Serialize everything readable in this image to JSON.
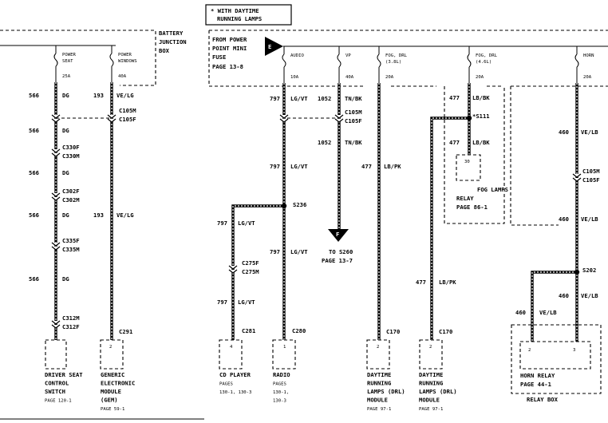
{
  "notes": {
    "daytime_line1": "* WITH DAYTIME",
    "daytime_line2": "RUNNING LAMPS"
  },
  "battery_box": {
    "line1": "BATTERY",
    "line2": "JUNCTION",
    "line3": "BOX"
  },
  "power_point": {
    "line1": "FROM POWER",
    "line2": "POINT MINI",
    "line3": "FUSE",
    "line4": "PAGE 13-8",
    "connector": "E"
  },
  "fuses": [
    {
      "name1": "POWER",
      "name2": "SEAT",
      "rating": "25A"
    },
    {
      "name1": "POWER",
      "name2": "WINDOWS",
      "rating": "40A"
    },
    {
      "name1": "AUDIO",
      "name2": "",
      "rating": "10A"
    },
    {
      "name1": "VP",
      "name2": "",
      "rating": "40A"
    },
    {
      "name1": "FOG, DRL",
      "name2": "(3.8L)",
      "rating": "20A"
    },
    {
      "name1": "FOG, DRL",
      "name2": "(4.6L)",
      "rating": "20A"
    },
    {
      "name1": "HORN",
      "name2": "",
      "rating": "20A"
    }
  ],
  "wire_labels": {
    "c566": "566",
    "dg": "DG",
    "c193": "193",
    "velg": "VE/LG",
    "c797": "797",
    "lgvt": "LG/VT",
    "c1052": "1052",
    "tnbk": "TN/BK",
    "c477": "477",
    "lbpk": "LB/PK",
    "lbbk": "LB/BK",
    "c460": "460",
    "velb": "VE/LB"
  },
  "connectors": {
    "c105m": "C105M",
    "c105f": "C105F",
    "c330f": "C330F",
    "c330m": "C330M",
    "c302f": "C302F",
    "c302m": "C302M",
    "c335f": "C335F",
    "c335m": "C335M",
    "c312m": "C312M",
    "c312f": "C312F",
    "c291": "C291",
    "c275f": "C275F",
    "c275m": "C275M",
    "c281": "C281",
    "c280": "C280",
    "c170": "C170",
    "s111": "*S111",
    "s236": "S236",
    "s202": "S202"
  },
  "to_s260": {
    "connector": "F",
    "line1": "TO S260",
    "line2": "PAGE 13-7"
  },
  "pins": {
    "p2": "2",
    "p4": "4",
    "p1": "1",
    "p30": "30",
    "p3": "3"
  },
  "fog_relay": {
    "line1": "FOG LAMPS",
    "line2": "RELAY",
    "line3": "PAGE 86-1"
  },
  "horn_relay": {
    "line1": "HORN RELAY",
    "line2": "PAGE 44-1",
    "box": "RELAY BOX"
  },
  "components": [
    {
      "line1": "DRIVER SEAT",
      "line2": "CONTROL",
      "line3": "SWITCH",
      "line4": "PAGE 120-1",
      "line5": ""
    },
    {
      "line1": "GENERIC",
      "line2": "ELECTRONIC",
      "line3": "MODULE",
      "line4": "(GEM)",
      "line5": "PAGE 59-1"
    },
    {
      "line1": "CD PLAYER",
      "line2": "PAGES",
      "line3": "130-1, 130-3",
      "line4": "",
      "line5": ""
    },
    {
      "line1": "RADIO",
      "line2": "PAGES",
      "line3": "130-1,",
      "line4": "130-3",
      "line5": ""
    },
    {
      "line1": "DAYTIME",
      "line2": "RUNNING",
      "line3": "LAMPS (DRL)",
      "line4": "MODULE",
      "line5": "PAGE 97-1"
    },
    {
      "line1": "DAYTIME",
      "line2": "RUNNING",
      "line3": "LAMPS (DRL)",
      "line4": "MODULE",
      "line5": "PAGE 97-1"
    }
  ]
}
